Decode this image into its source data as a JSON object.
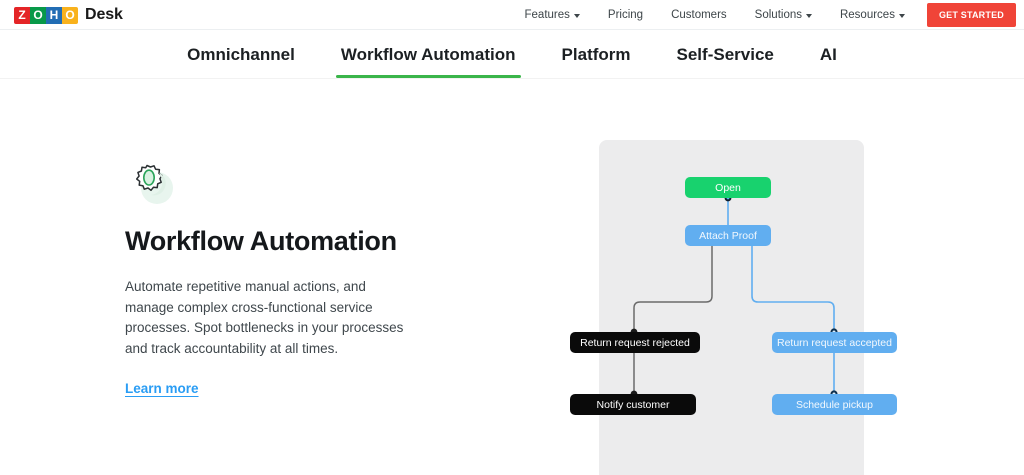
{
  "header": {
    "logo": {
      "icon": "zoho-logo",
      "letters": [
        "Z",
        "O",
        "H",
        "O"
      ],
      "colors": [
        "#e42527",
        "#089949",
        "#226db4",
        "#f9b21d"
      ]
    },
    "product_name": "Desk",
    "nav_items": [
      {
        "label": "Features",
        "has_dropdown": true,
        "icon": "chevron-down-icon"
      },
      {
        "label": "Pricing",
        "has_dropdown": false,
        "icon": ""
      },
      {
        "label": "Customers",
        "has_dropdown": false,
        "icon": ""
      },
      {
        "label": "Solutions",
        "has_dropdown": true,
        "icon": "chevron-down-icon"
      },
      {
        "label": "Resources",
        "has_dropdown": true,
        "icon": "chevron-down-icon"
      }
    ],
    "cta_label": "GET STARTED",
    "cta_color": "#f04438"
  },
  "tabs": {
    "active_index": 1,
    "active_underline_color": "#3ab54a",
    "items": [
      {
        "label": "Omnichannel"
      },
      {
        "label": "Workflow Automation"
      },
      {
        "label": "Platform"
      },
      {
        "label": "Self-Service"
      },
      {
        "label": "AI"
      }
    ]
  },
  "feature": {
    "icon": "gear-icon",
    "icon_accent_color": "#2aa45a",
    "title": "Workflow Automation",
    "description": "Automate repetitive manual actions, and manage complex cross-functional service processes. Spot bottlenecks in your processes and track accountability at all times.",
    "link_label": "Learn more",
    "link_color": "#2a9df4"
  },
  "diagram": {
    "panel_color": "#ececed",
    "nodes": [
      {
        "id": "open",
        "label": "Open",
        "style": "green"
      },
      {
        "id": "attach",
        "label": "Attach Proof",
        "style": "blue"
      },
      {
        "id": "rejected",
        "label": "Return request rejected",
        "style": "dark"
      },
      {
        "id": "accepted",
        "label": "Return request accepted",
        "style": "blue"
      },
      {
        "id": "notify",
        "label": "Notify customer",
        "style": "dark"
      },
      {
        "id": "schedule",
        "label": "Schedule pickup",
        "style": "blue"
      }
    ],
    "colors": {
      "green": "#18d26e",
      "blue": "#61aef0",
      "dark": "#0a0a0a",
      "dark_connector": "#6b6b6b",
      "blue_connector": "#61aef0"
    }
  }
}
